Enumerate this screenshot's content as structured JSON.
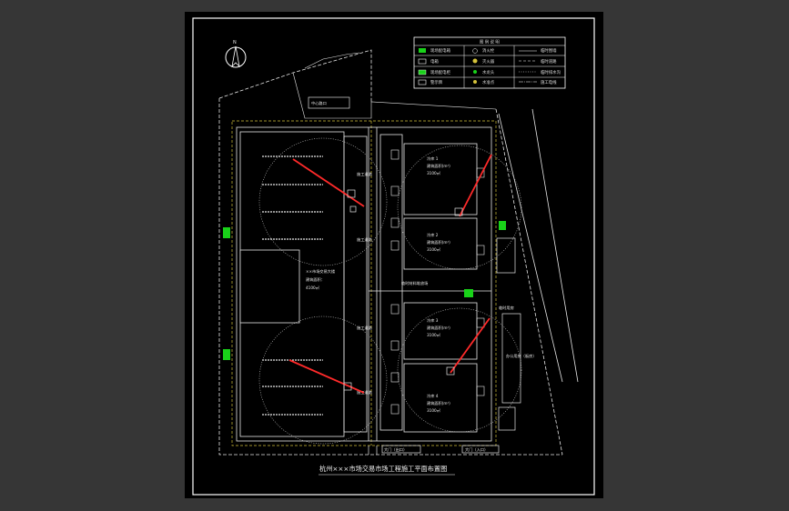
{
  "drawing": {
    "title": "杭州×××市场交易市场工程施工平面布置图",
    "north": "N",
    "legend_title": "图 例 说 明",
    "legend_rows": [
      [
        "现场配电箱",
        "消火栓",
        "临时围墙"
      ],
      [
        "电箱",
        "灭火器",
        "临时道路"
      ],
      [
        "现场配电柜",
        "水龙头",
        "临时排水沟"
      ],
      [
        "警示牌",
        "水准点",
        "施工电线"
      ]
    ],
    "colors": {
      "background": "#000000",
      "frame": "#ffffff",
      "line": "#e6e6e6",
      "accent": "#ff2a2a",
      "green": "#19d219",
      "yellow": "#d4c23a"
    }
  },
  "buildings": {
    "left_block": {
      "name": "××市场交易大楼",
      "area": "建筑面积：",
      "value": "4100㎡"
    },
    "right": [
      {
        "name": "冷库 1",
        "area": "建筑面积(m²)",
        "value": "3100㎡"
      },
      {
        "name": "冷库 2",
        "area": "建筑面积(m²)",
        "value": "3100㎡"
      },
      {
        "name": "冷库 3",
        "area": "建筑面积(m²)",
        "value": "3100㎡"
      },
      {
        "name": "冷库 4",
        "area": "建筑面积(m²)",
        "value": "3100㎡"
      }
    ],
    "office": "办公用房（板房）",
    "small_label": "临时用房"
  },
  "site": {
    "gate_bottom_left": "大门（出口）",
    "gate_bottom_right": "大门（入口）",
    "road_labels": [
      "施工道路",
      "施工道路",
      "施工道路",
      "施工道路"
    ],
    "mid_label": "临时材料堆放场",
    "top_label": "中心路口"
  }
}
